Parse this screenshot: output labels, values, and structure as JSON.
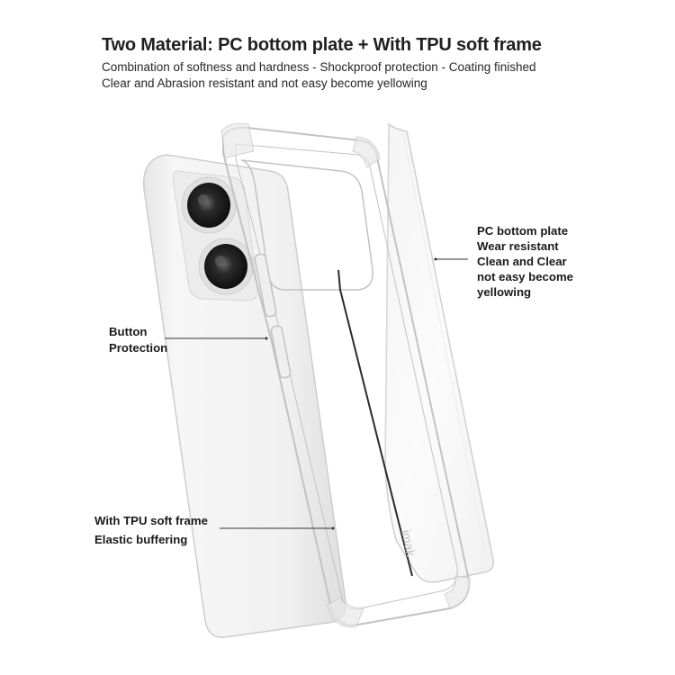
{
  "header": {
    "title": "Two Material:  PC bottom plate + With TPU soft frame",
    "line1": "Combination of softness and hardness - Shockproof protection - Coating finished",
    "line2": "Clear and Abrasion resistant and not easy become yellowing"
  },
  "callouts": {
    "pc_plate": [
      "PC bottom plate",
      "Wear resistant",
      "Clean and Clear",
      "not easy become",
      "yellowing"
    ],
    "button": [
      "Button",
      "Protection"
    ],
    "tpu": [
      "With TPU soft frame",
      "Elastic buffering"
    ]
  },
  "brand_mark": "imak",
  "colors": {
    "phone_body": "#f1f1f1",
    "case_edge": "#c9c9c9",
    "text": "#1a1a1a"
  }
}
